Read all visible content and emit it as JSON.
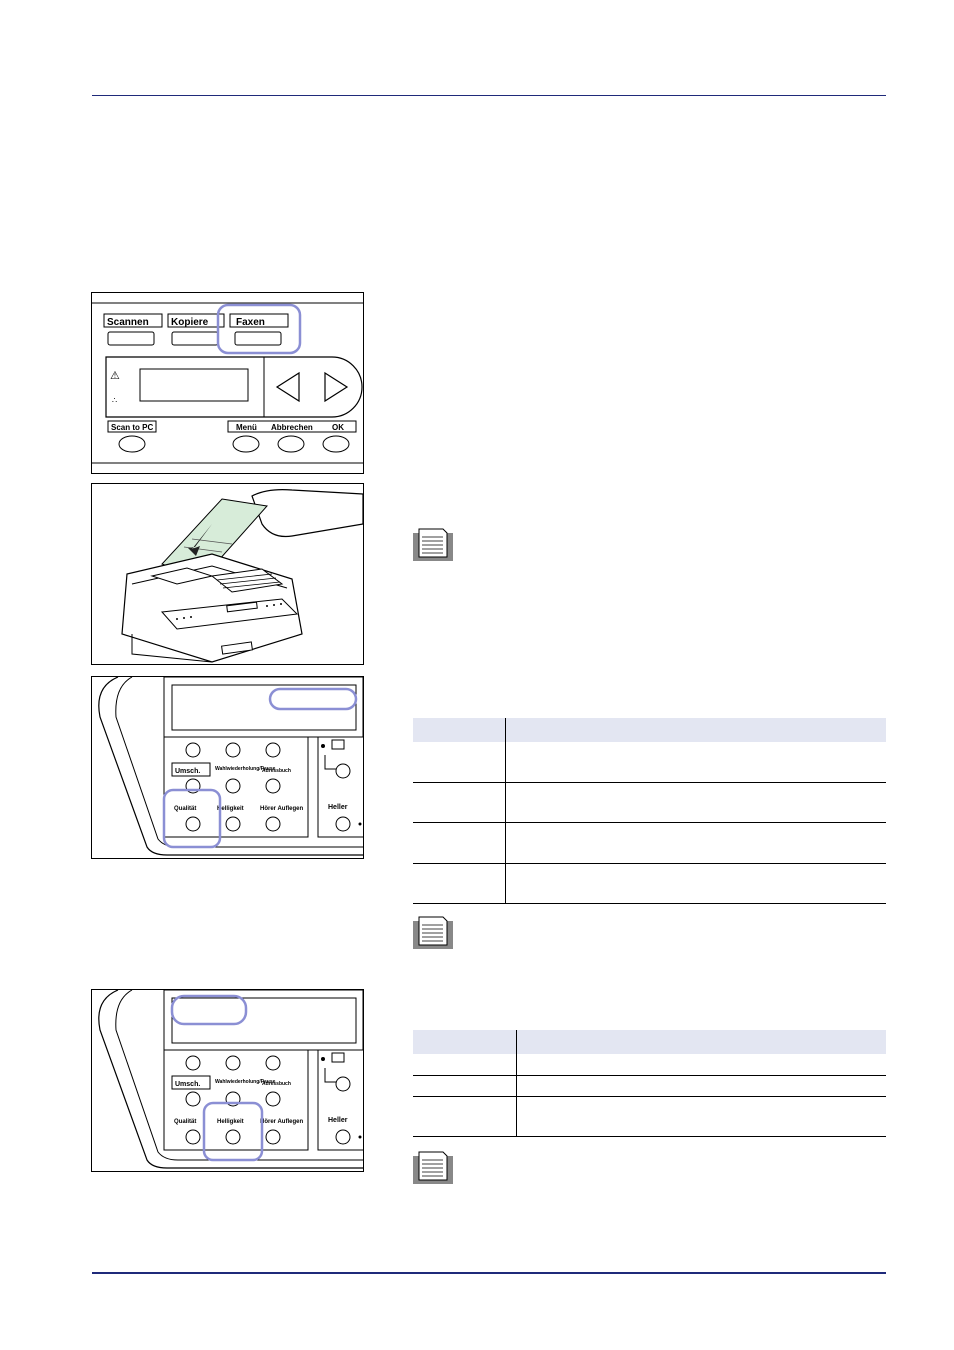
{
  "panel": {
    "mode_buttons": [
      "Scannen",
      "Kopiere",
      "Faxen"
    ],
    "scan_to_pc": "Scan to PC",
    "menu_buttons": [
      "Menü",
      "Abbrechen",
      "OK"
    ]
  },
  "keypad": {
    "shift": "Umsch.",
    "wahlwiederholung": "Wahlwiederholung/Pause",
    "adressbuch": "Adressbuch",
    "qualitaet": "Qualität",
    "helligkeit": "Helligkeit",
    "hoerer": "Hörer Auflegen",
    "heller": "Heller"
  },
  "tables": {
    "resolution": {
      "rows": 4
    },
    "density": {
      "rows": 3
    }
  },
  "colors": {
    "rule": "#1f2a7a",
    "highlight": "#8b8fd4",
    "table_header": "#e3e6f2"
  }
}
